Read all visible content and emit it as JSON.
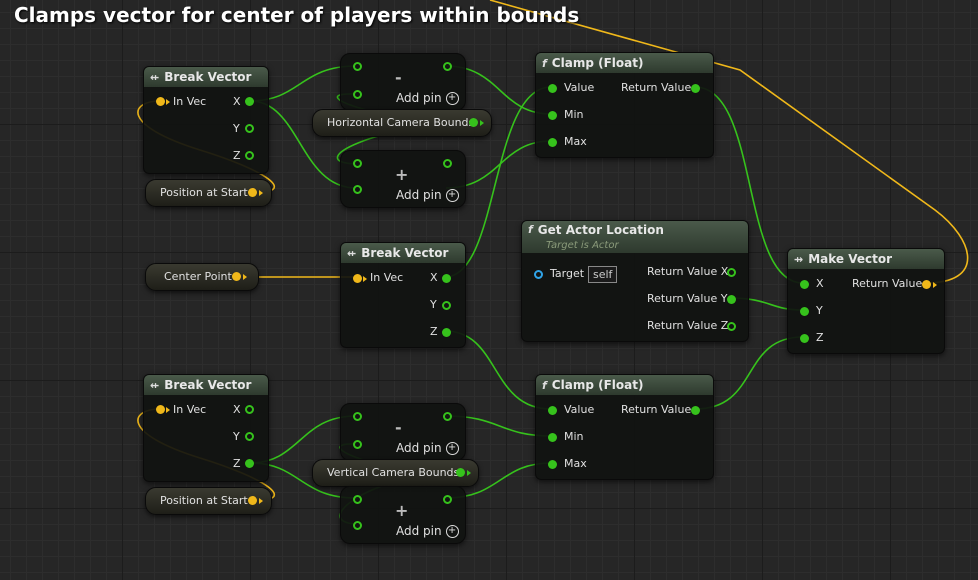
{
  "title": "Clamps vector for center of players within bounds",
  "break_vector_1": {
    "title": "Break Vector",
    "in": "In Vec",
    "x": "X",
    "y": "Y",
    "z": "Z"
  },
  "break_vector_2": {
    "title": "Break Vector",
    "in": "In Vec",
    "x": "X",
    "y": "Y",
    "z": "Z"
  },
  "break_vector_3": {
    "title": "Break Vector",
    "in": "In Vec",
    "x": "X",
    "y": "Y",
    "z": "Z"
  },
  "position_at_start_1": "Position at Start",
  "position_at_start_2": "Position at Start",
  "center_point": "Center Point",
  "horizontal_bounds": "Horizontal Camera Bounds",
  "vertical_bounds": "Vertical Camera Bounds",
  "minus_symbol": "-",
  "plus_symbol": "+",
  "add_pin": "Add pin",
  "add_pin_icon": "+",
  "clamp_1": {
    "title": "Clamp (Float)",
    "icon": "f",
    "value": "Value",
    "min": "Min",
    "max": "Max",
    "ret": "Return Value"
  },
  "clamp_2": {
    "title": "Clamp (Float)",
    "icon": "f",
    "value": "Value",
    "min": "Min",
    "max": "Max",
    "ret": "Return Value"
  },
  "get_actor_location": {
    "title": "Get Actor Location",
    "icon": "f",
    "subtitle": "Target is Actor",
    "target": "Target",
    "self": "self",
    "ret_x": "Return Value X",
    "ret_y": "Return Value Y",
    "ret_z": "Return Value Z"
  },
  "make_vector": {
    "title": "Make Vector",
    "x": "X",
    "y": "Y",
    "z": "Z",
    "ret": "Return Value"
  },
  "colors": {
    "vector_wire": "#f0b81a",
    "float_wire": "#36c21c",
    "object_pin": "#30a4e8"
  }
}
